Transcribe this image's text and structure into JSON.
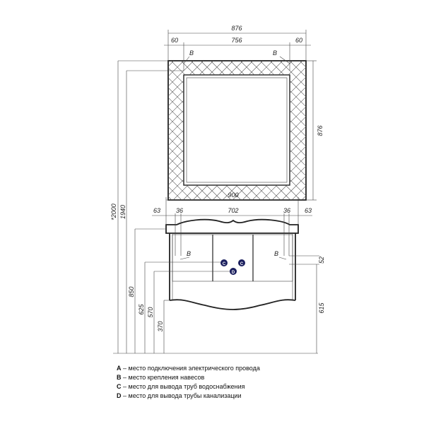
{
  "mirror": {
    "width": "876",
    "height": "876",
    "side_left": "60",
    "inner": "756",
    "side_right": "60",
    "mark_left": "B",
    "mark_right": "B"
  },
  "cabinet": {
    "width": "900",
    "left_63": "63",
    "left_36": "36",
    "center": "702",
    "right_36": "36",
    "right_63": "63",
    "mark_b_left": "B",
    "mark_b_right": "B",
    "mark_c1": "C",
    "mark_c2": "C",
    "mark_d": "D"
  },
  "heights": {
    "h2000": "*2000",
    "h1940": "1940",
    "h850": "850",
    "h625": "625",
    "h570": "570",
    "h370": "370",
    "h615": "615",
    "h52": "52"
  },
  "colors": {
    "marker": "#1b1f5e"
  },
  "legend": [
    {
      "key": "A",
      "text": " – место подключения электрического провода"
    },
    {
      "key": "B",
      "text": " – место крепления навесов"
    },
    {
      "key": "C",
      "text": " – место для вывода труб водоснабжения"
    },
    {
      "key": "D",
      "text": " – место для вывода трубы канализации"
    }
  ]
}
